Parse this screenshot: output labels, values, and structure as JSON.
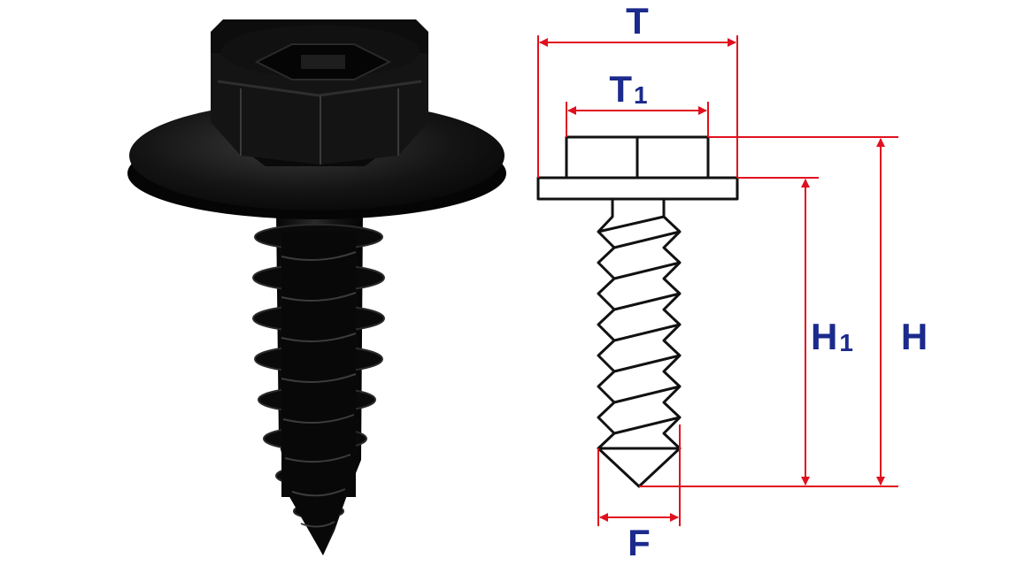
{
  "labels": {
    "T": "T",
    "T1": "T",
    "T1_sub": "1",
    "H": "H",
    "H1": "H",
    "H1_sub": "1",
    "F": "F"
  },
  "colors": {
    "dimension_line": "#e0101e",
    "label": "#1b2a8c",
    "outline": "#111111",
    "screw_body": "#0b0b0b",
    "background": "#ffffff"
  }
}
